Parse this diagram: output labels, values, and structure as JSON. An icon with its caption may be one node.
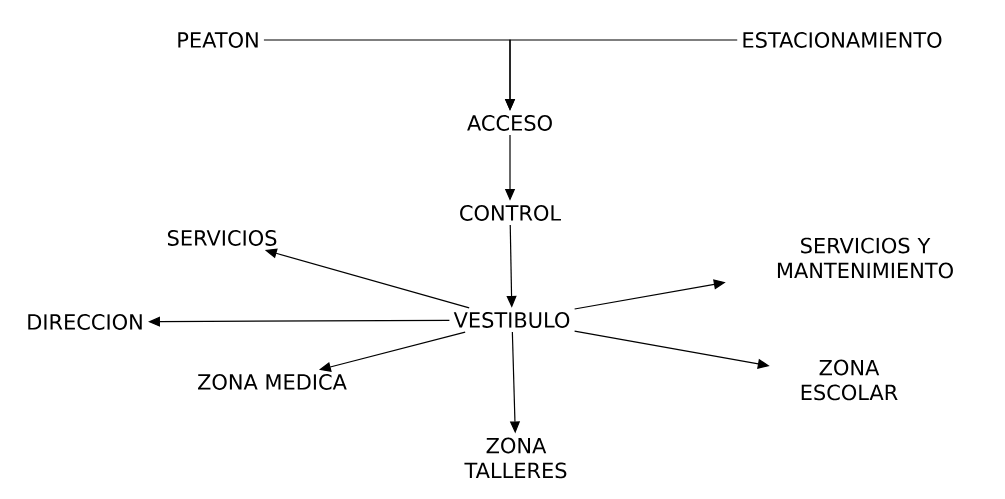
{
  "diagram": {
    "nodes": [
      {
        "text": [
          "PEATON"
        ]
      },
      {
        "text": [
          "ESTACIONAMIENTO"
        ]
      },
      {
        "text": [
          "ACCESO"
        ]
      },
      {
        "text": [
          "CONTROL"
        ]
      },
      {
        "text": [
          "SERVICIOS"
        ]
      },
      {
        "text": [
          "SERVICIOS Y MANTENIMIENTO"
        ]
      },
      {
        "text": [
          "DIRECCION"
        ]
      },
      {
        "text": [
          "VESTIBULO"
        ]
      },
      {
        "text": [
          "ZONA MEDICA"
        ]
      },
      {
        "text": [
          "ZONA ESCOLAR"
        ]
      },
      {
        "text": [
          "ZONA TALLERES"
        ]
      }
    ],
    "edges": [
      {
        "from": 0,
        "to": 2,
        "arrow": "to"
      },
      {
        "from": 1,
        "to": 2,
        "arrow": "to"
      },
      {
        "from": 2,
        "to": 3,
        "arrow": "to"
      },
      {
        "from": 3,
        "to": 7,
        "arrow": "to"
      },
      {
        "from": 7,
        "to": 4,
        "arrow": "to"
      },
      {
        "from": 7,
        "to": 5,
        "arrow": "to"
      },
      {
        "from": 7,
        "to": 6,
        "arrow": "to"
      },
      {
        "from": 7,
        "to": 8,
        "arrow": "to"
      },
      {
        "from": 7,
        "to": 10,
        "arrow": "to"
      },
      {
        "from": 7,
        "to": 9,
        "arrow": "to"
      }
    ]
  }
}
